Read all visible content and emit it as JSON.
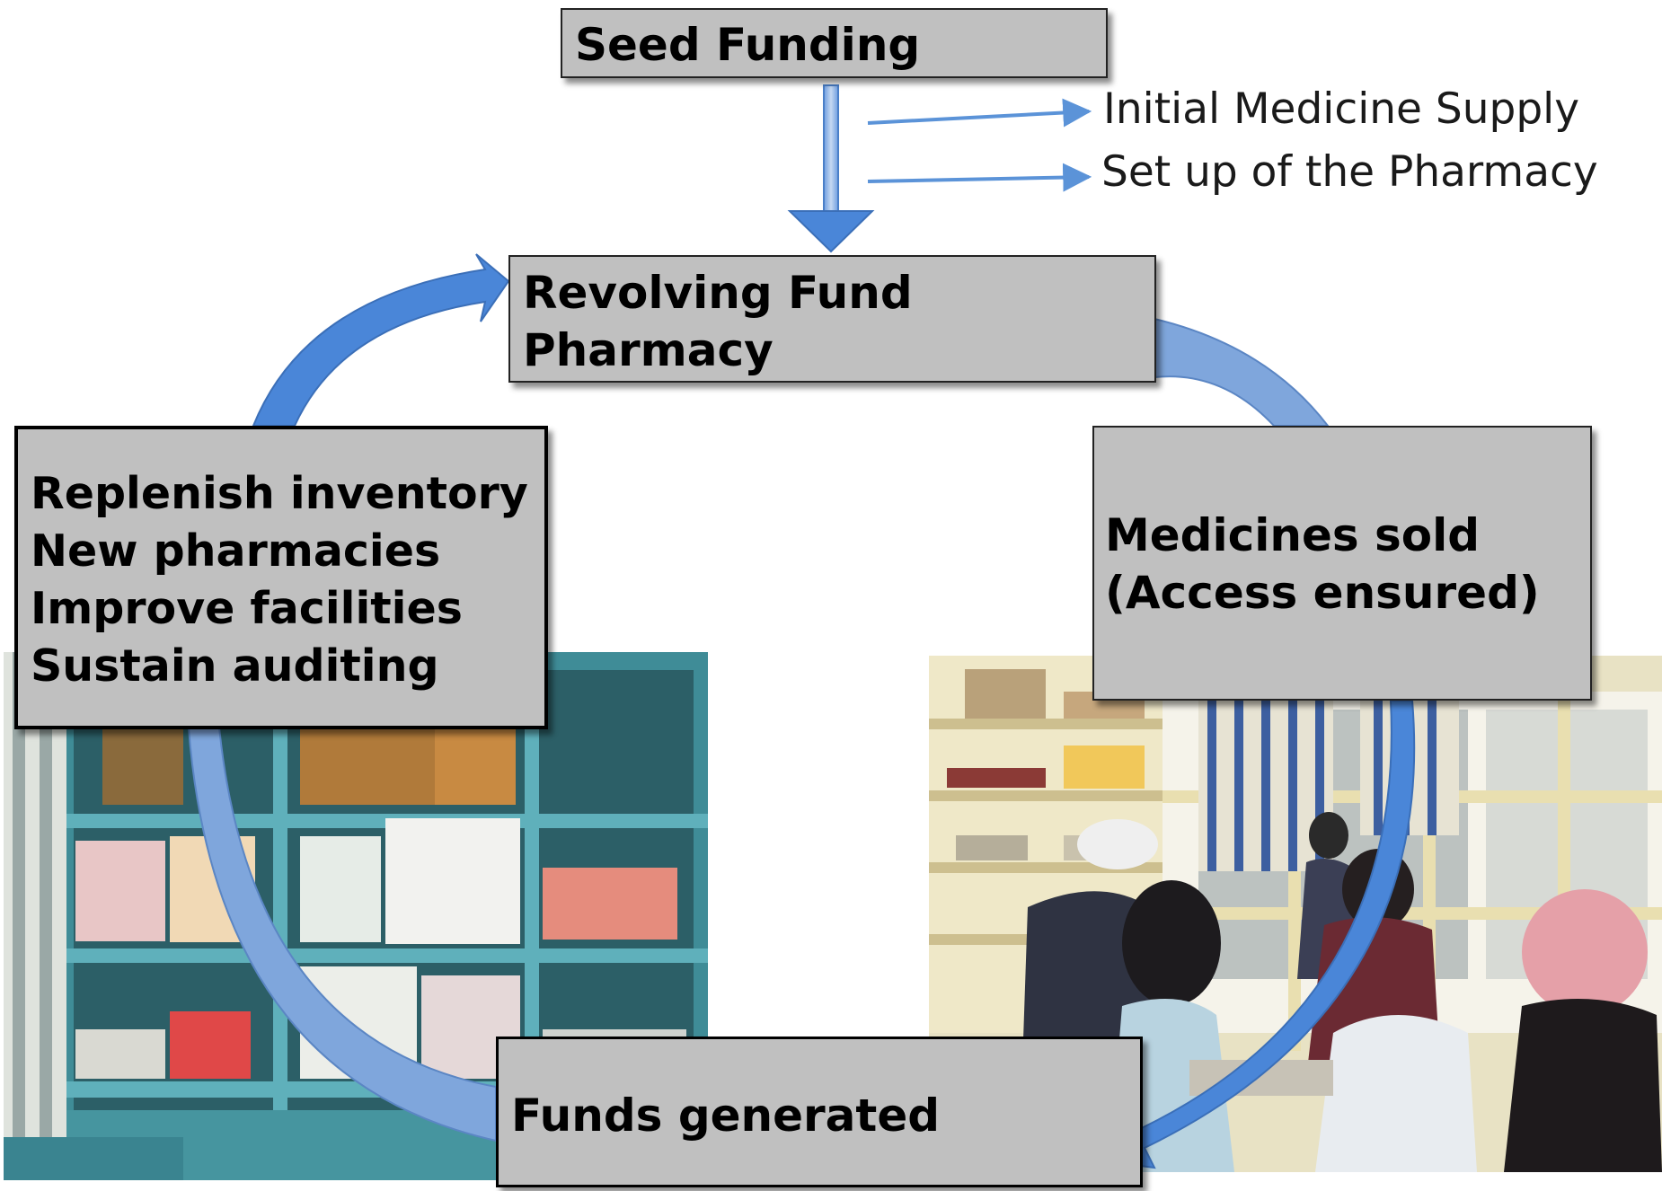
{
  "seed_funding": {
    "label": "Seed Funding"
  },
  "outcomes": [
    {
      "label": "Initial Medicine Supply"
    },
    {
      "label": "Set up of the Pharmacy"
    }
  ],
  "revolving_fund": {
    "lines": [
      "Revolving Fund",
      "Pharmacy"
    ]
  },
  "reinvest": {
    "lines": [
      "Replenish inventory",
      "New pharmacies",
      "Improve facilities",
      "Sustain auditing"
    ]
  },
  "medicines_sold": {
    "lines": [
      "Medicines sold",
      "(Access ensured)"
    ]
  },
  "funds_generated": {
    "label": "Funds generated"
  },
  "colors": {
    "arrow_blue": "#4a86d8",
    "arrow_light": "#7fa6dc",
    "box_fill": "#c0c0c0",
    "shelf_teal": "#3f8c97"
  },
  "icons": {
    "left_photo": "pharmacy-shelves-photo",
    "right_photo": "pharmacy-counter-photo"
  }
}
